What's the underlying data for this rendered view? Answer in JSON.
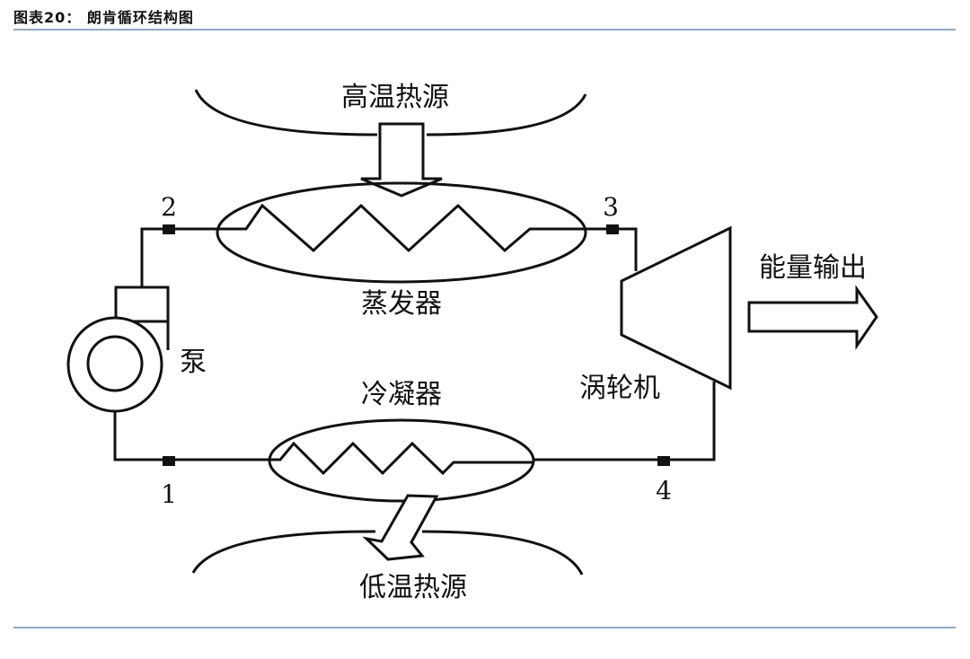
{
  "figure": {
    "title": "图表20： 朗肯循环结构图"
  },
  "diagram": {
    "heat_source_high": "高温热源",
    "heat_source_low": "低温热源",
    "evaporator": "蒸发器",
    "condenser": "冷凝器",
    "pump": "泵",
    "turbine": "涡轮机",
    "energy_output": "能量输出",
    "nodes": [
      "1",
      "2",
      "3",
      "4"
    ]
  },
  "colors": {
    "rule": "#93a8c2",
    "line": "#111111"
  }
}
